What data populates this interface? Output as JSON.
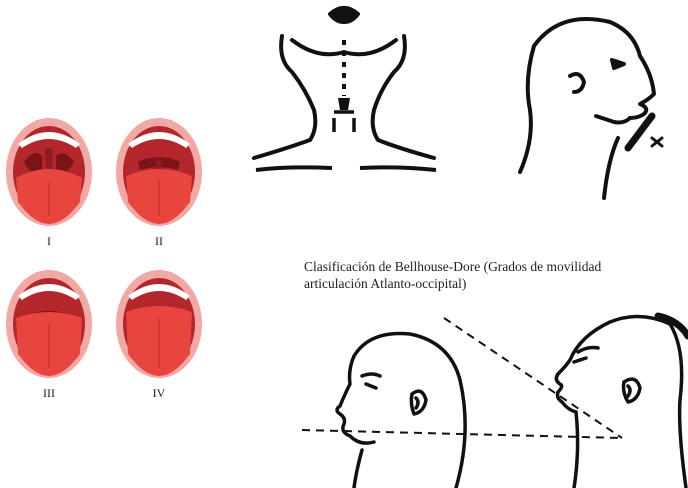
{
  "mallampati": {
    "grades": [
      {
        "label": "I"
      },
      {
        "label": "II"
      },
      {
        "label": "III"
      },
      {
        "label": "IV"
      }
    ]
  },
  "bellhouse": {
    "caption_line1": "Clasificación de Bellhouse-Dore (Grados de movilidad",
    "caption_line2": "articulación Atlanto-occipital)"
  },
  "colors": {
    "lip_outer": "#f2a9a5",
    "mouth_inner": "#b3262b",
    "tongue": "#e8453f",
    "tongue_highlight": "#ef5b55",
    "teeth": "#ffffff",
    "uvula": "#7a1418",
    "ink": "#111111"
  }
}
